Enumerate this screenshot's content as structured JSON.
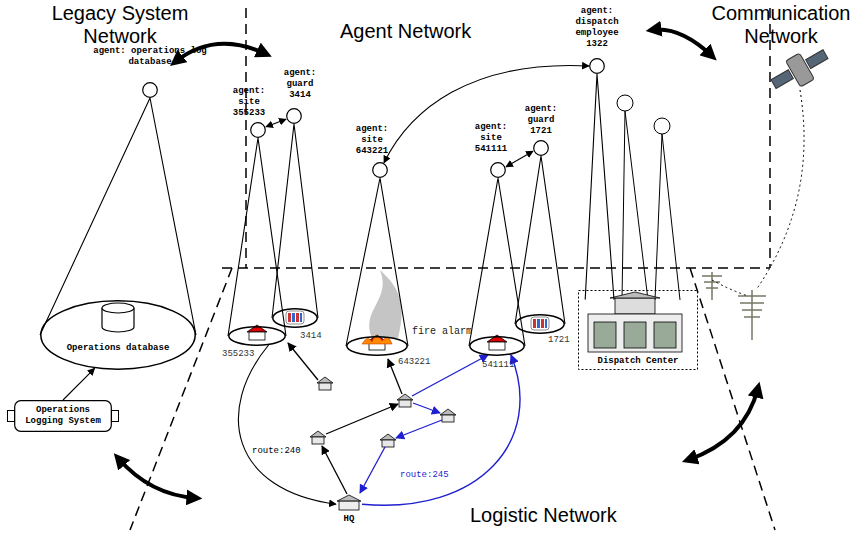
{
  "diagram": {
    "nodes": [
      {
        "text": [
          "agent: operations log database"
        ]
      },
      {
        "text": [
          "agent: site 355233"
        ]
      },
      {
        "text": [
          "agent: guard 3414"
        ]
      },
      {
        "text": [
          "agent: site 643221"
        ]
      },
      {
        "text": [
          "agent: site 541111"
        ]
      },
      {
        "text": [
          "agent: guard 1721"
        ]
      },
      {
        "text": [
          "agent: dispatch employee 1322"
        ]
      },
      {
        "text": [
          "Operations database"
        ]
      },
      {
        "text": [
          "355233"
        ]
      },
      {
        "text": [
          "3414"
        ]
      },
      {
        "text": [
          "fire alarm",
          "643221"
        ]
      },
      {
        "text": [
          "541111"
        ]
      },
      {
        "text": [
          "1721"
        ]
      },
      {
        "text": [
          "Dispatch Center"
        ]
      },
      {
        "text": [
          "Operations Logging System"
        ]
      },
      {
        "text": [
          "HQ"
        ]
      }
    ],
    "edges": [
      {
        "from": 0,
        "to": 7,
        "arrow": "none"
      },
      {
        "from": 1,
        "to": 2,
        "arrow": "both"
      },
      {
        "from": 1,
        "to": 8,
        "arrow": "none"
      },
      {
        "from": 2,
        "to": 9,
        "arrow": "none"
      },
      {
        "from": 6,
        "to": 3,
        "arrow": "both"
      },
      {
        "from": 3,
        "to": 10,
        "arrow": "none"
      },
      {
        "from": 4,
        "to": 5,
        "arrow": "both"
      },
      {
        "from": 4,
        "to": 11,
        "arrow": "none"
      },
      {
        "from": 5,
        "to": 12,
        "arrow": "none"
      },
      {
        "from": 6,
        "to": 13,
        "arrow": "none"
      },
      {
        "from": 14,
        "to": 7,
        "arrow": "to"
      },
      {
        "from": 8,
        "to": 15,
        "arrow": "to",
        "label": "route:240"
      },
      {
        "from": 15,
        "to": 11,
        "arrow": "to",
        "label": "route:245"
      }
    ],
    "labels": [
      "Legacy System Network",
      "Agent Network",
      "Communication Network",
      "Logistic Network"
    ]
  }
}
